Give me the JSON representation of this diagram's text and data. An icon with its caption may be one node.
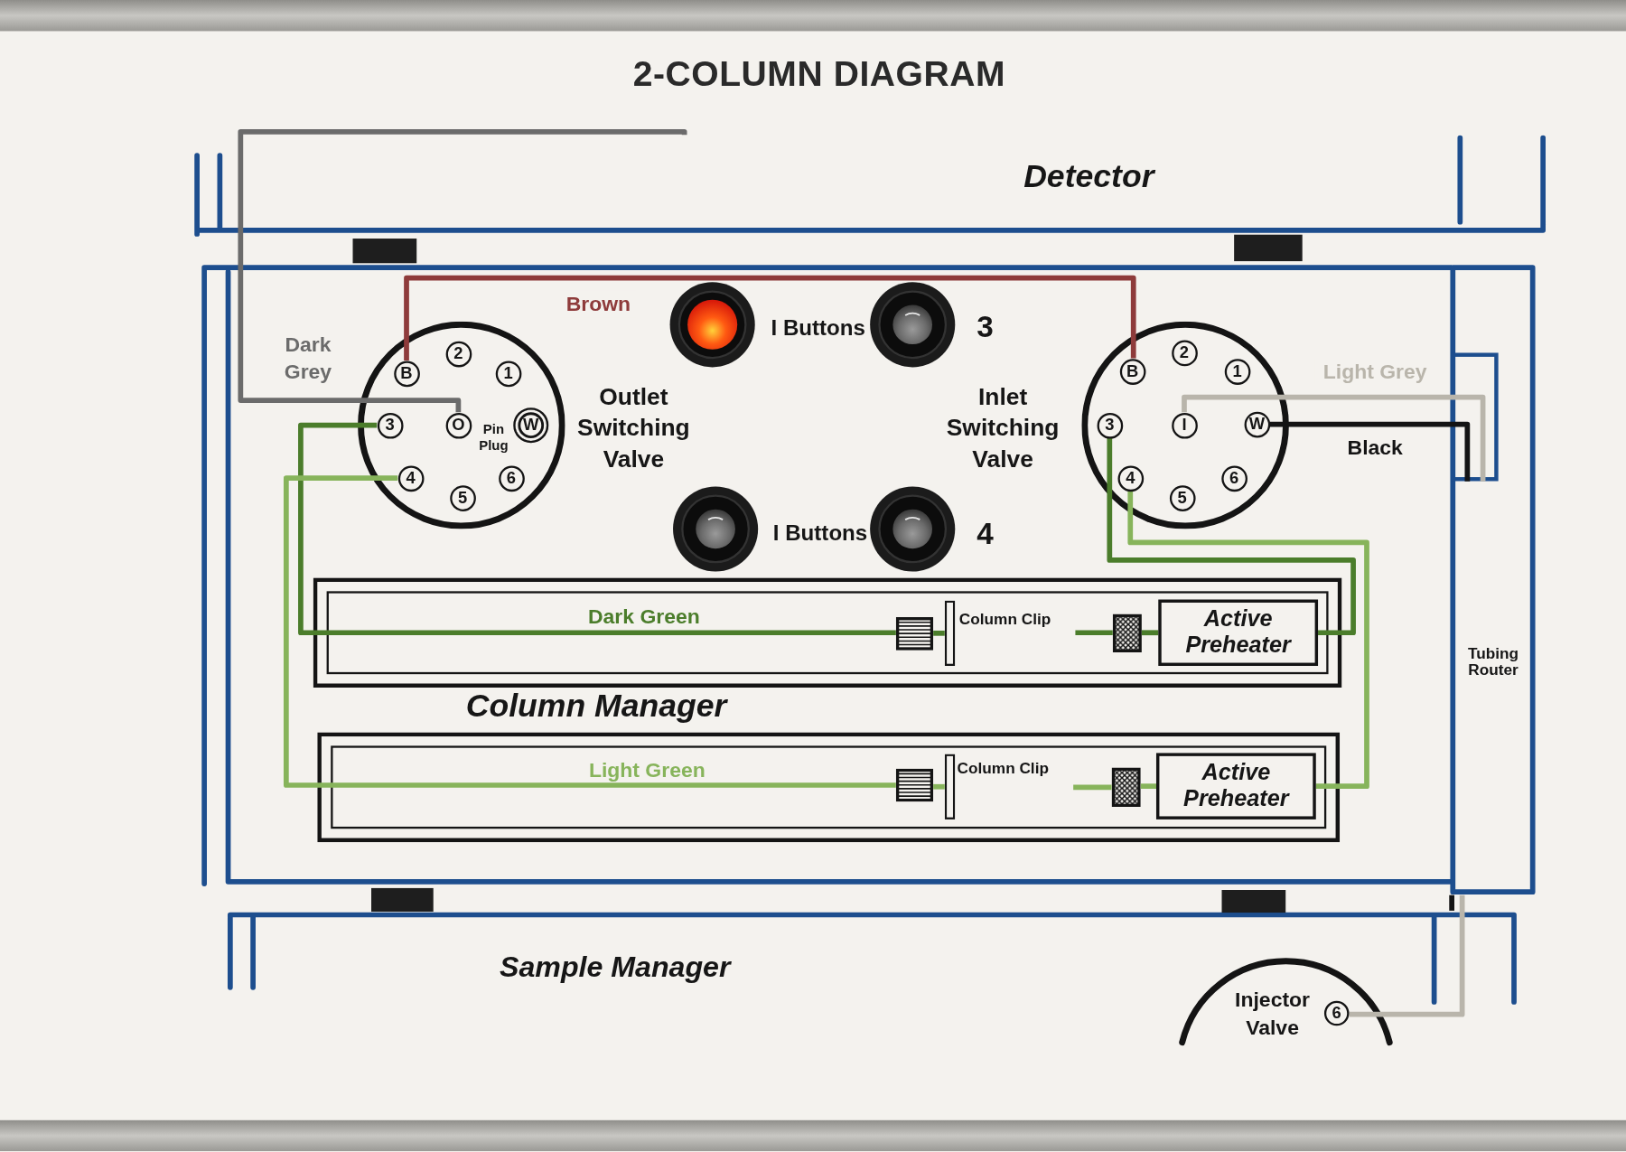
{
  "diagram": {
    "title": "2-COLUMN DIAGRAM",
    "nodes": [
      {
        "text": [
          "Detector"
        ]
      },
      {
        "text": [
          "Column Manager"
        ]
      },
      {
        "text": [
          "Outlet Switching Valve"
        ],
        "in": 1
      },
      {
        "text": [
          "B"
        ],
        "in": 2
      },
      {
        "text": [
          "2"
        ],
        "in": 2
      },
      {
        "text": [
          "1"
        ],
        "in": 2
      },
      {
        "text": [
          "3"
        ],
        "in": 2
      },
      {
        "text": [
          "O"
        ],
        "beside": [
          "Pin Plug"
        ],
        "in": 2
      },
      {
        "text": [
          "W"
        ],
        "in": 2
      },
      {
        "text": [
          "4"
        ],
        "in": 2
      },
      {
        "text": [
          "5"
        ],
        "in": 2
      },
      {
        "text": [
          "6"
        ],
        "in": 2
      },
      {
        "text": [
          "Inlet Switching Valve"
        ],
        "in": 1
      },
      {
        "text": [
          "B"
        ],
        "in": 12
      },
      {
        "text": [
          "2"
        ],
        "in": 12
      },
      {
        "text": [
          "1"
        ],
        "in": 12
      },
      {
        "text": [
          "3"
        ],
        "in": 12
      },
      {
        "text": [
          "I"
        ],
        "in": 12
      },
      {
        "text": [
          "W"
        ],
        "in": 12
      },
      {
        "text": [
          "4"
        ],
        "in": 12
      },
      {
        "text": [
          "5"
        ],
        "in": 12
      },
      {
        "text": [
          "6"
        ],
        "in": 12
      },
      {
        "text": [],
        "shape": "box",
        "in": 1
      },
      {
        "text": [],
        "shape": "box",
        "in": 22
      },
      {
        "text": [],
        "shape": "bar",
        "beside": [
          "Column Clip"
        ],
        "in": 22
      },
      {
        "text": [],
        "shape": "box",
        "in": 22
      },
      {
        "text": [
          "Active Preheater"
        ],
        "in": 22
      },
      {
        "text": [],
        "shape": "box",
        "in": 1
      },
      {
        "text": [],
        "shape": "box",
        "in": 27
      },
      {
        "text": [],
        "shape": "bar",
        "beside": [
          "Column Clip"
        ],
        "in": 27
      },
      {
        "text": [],
        "shape": "box",
        "in": 27
      },
      {
        "text": [
          "Active Preheater"
        ],
        "in": 27
      },
      {
        "text": [
          "Tubing Router"
        ]
      },
      {
        "text": [],
        "shape": "box",
        "in": 32
      },
      {
        "text": [
          "Sample Manager"
        ]
      },
      {
        "text": [
          "Injector Valve"
        ],
        "in": 34
      },
      {
        "text": [
          "6"
        ],
        "in": 35
      },
      {
        "text": [],
        "shape": "box"
      },
      {
        "text": [],
        "shape": "box"
      },
      {
        "text": [],
        "shape": "box"
      },
      {
        "text": [],
        "shape": "box"
      }
    ],
    "edges": [
      {
        "from": 3,
        "to": 13,
        "arrow": "none",
        "label": "Brown",
        "color": "#8e3b3b"
      },
      {
        "from": 7,
        "to": 0,
        "arrow": "none",
        "label": "Dark Grey",
        "color": "#6b6b6b"
      },
      {
        "from": 6,
        "to": 23,
        "arrow": "none",
        "label": "Dark Green",
        "color": "#4b7d2b"
      },
      {
        "from": 23,
        "to": 24,
        "arrow": "none",
        "color": "#4b7d2b"
      },
      {
        "from": null,
        "to": 25,
        "arrow": "none",
        "color": "#4b7d2b"
      },
      {
        "from": 25,
        "to": 26,
        "arrow": "none",
        "color": "#4b7d2b"
      },
      {
        "from": 26,
        "to": 16,
        "arrow": "none",
        "color": "#4b7d2b"
      },
      {
        "from": 9,
        "to": 28,
        "arrow": "none",
        "label": "Light Green",
        "color": "#87b45b"
      },
      {
        "from": 28,
        "to": 29,
        "arrow": "none",
        "color": "#87b45b"
      },
      {
        "from": null,
        "to": 30,
        "arrow": "none",
        "color": "#87b45b"
      },
      {
        "from": 30,
        "to": 31,
        "arrow": "none",
        "color": "#87b45b"
      },
      {
        "from": 31,
        "to": 19,
        "arrow": "none",
        "color": "#87b45b"
      },
      {
        "from": 17,
        "to": 33,
        "arrow": "none",
        "label": "Light Grey",
        "color": "#b9b5ab"
      },
      {
        "from": 18,
        "to": 33,
        "arrow": "none",
        "label": "Black",
        "color": "#141414"
      },
      {
        "from": 32,
        "to": 36,
        "arrow": "none",
        "color": "#b9b5ab"
      },
      {
        "from": 32,
        "to": 34,
        "arrow": "none",
        "color": "#141414"
      }
    ],
    "labels": [
      "I Buttons",
      "3",
      "I Buttons",
      "4"
    ]
  }
}
